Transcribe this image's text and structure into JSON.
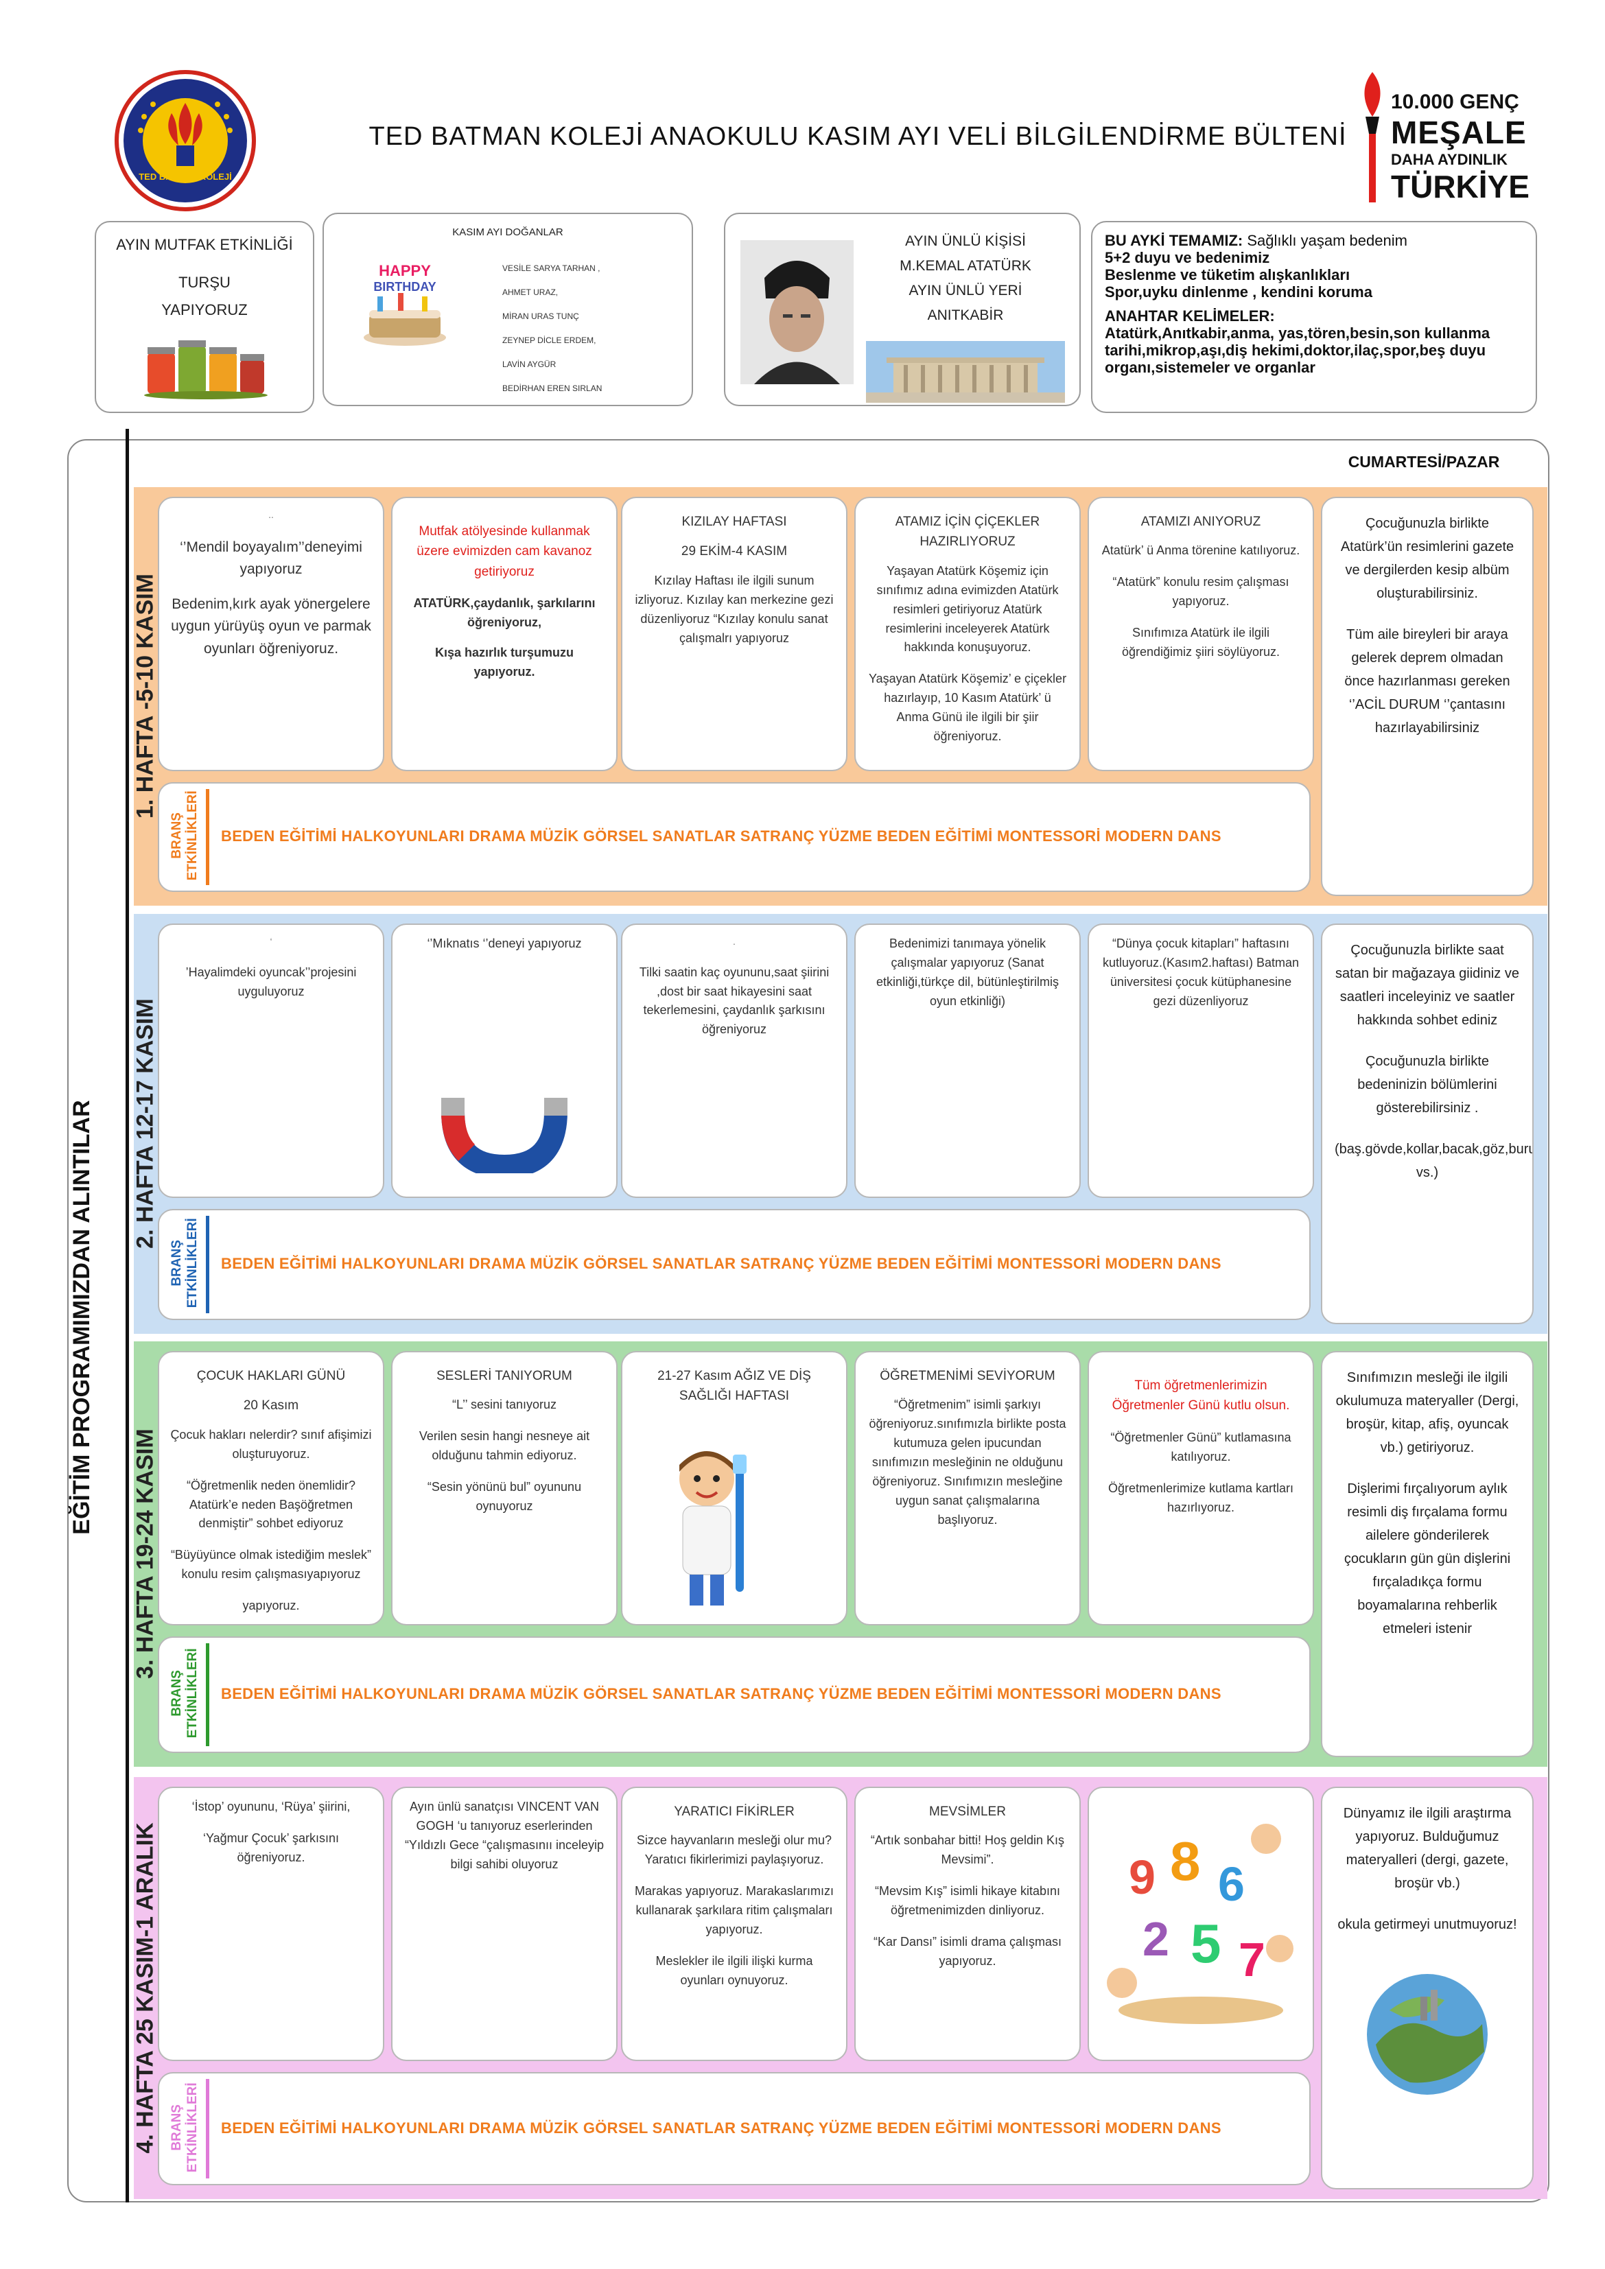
{
  "header": {
    "title": "TED BATMAN KOLEJİ ANAOKULU KASIM AYI  VELİ BİLGİLENDİRME BÜLTENİ",
    "ted_logo_text": "TED BATMAN KOLEJİ",
    "mesale_logo": {
      "line1": "10.000 GENÇ",
      "line2": "MEŞALE",
      "line3": "DAHA AYDINLIK",
      "line4": "TÜRKİYE"
    }
  },
  "mutfak": {
    "title": "AYIN MUTFAK ETKİNLİĞİ",
    "line1": "TURŞU",
    "line2": "YAPIYORUZ"
  },
  "birthdays": {
    "title": "KASIM AYI DOĞANLAR",
    "names": [
      "VESİLE SARYA TARHAN ,",
      "AHMET URAZ,",
      "MİRAN URAS TUNÇ",
      "ZEYNEP DİCLE ERDEM,",
      "LAVİN AYGÜR",
      "BEDİRHAN EREN SIRLAN"
    ]
  },
  "famous": {
    "line1": "AYIN ÜNLÜ KİŞİSİ",
    "line2": "M.KEMAL ATATÜRK",
    "line3": "AYIN ÜNLÜ YERİ",
    "line4": "ANITKABİR"
  },
  "theme": {
    "label": "BU AYKİ TEMAMIZ:",
    "value": " Sağlıklı yaşam bedenim",
    "lines": [
      "5+2 duyu ve bedenimiz",
      "Beslenme ve tüketim alışkanlıkları",
      "Spor,uyku dinlenme , kendini koruma"
    ],
    "keywords_label": "ANAHTAR KELİMELER:",
    "keywords": "Atatürk,Anıtkabir,anma, yas,tören,besin,son kullanma tarihi,mikrop,aşı,diş hekimi,doktor,ilaç,spor,beş duyu organı,sistemeler ve organlar"
  },
  "program": {
    "vertical_title": "EĞİTİM PROGRAMIMIZDAN ALINTILAR",
    "weekend_header": "CUMARTESİ/PAZAR",
    "brans_label_line1": "BRANŞ",
    "brans_label_line2": "ETKİNLİKLERİ",
    "brans_list": "BEDEN EĞİTİMİ  HALKOYUNLARI DRAMA MÜZİK  GÖRSEL SANATLAR  SATRANÇ  YÜZME  BEDEN EĞİTİMİ  MONTESSORİ  MODERN  DANS"
  },
  "colors": {
    "week1": "#f9c99a",
    "week2": "#c9def3",
    "week3": "#a9dca9",
    "week4": "#f3c4ef",
    "week1_accent": "#f07c1d",
    "week2_accent": "#1f63b3",
    "week3_accent": "#2e9a2e",
    "week4_accent": "#e07ad8",
    "brans_text": "#f07c1d",
    "red_text": "#e0201c"
  },
  "weeks": [
    {
      "label": "1. HAFTA  -5-10 KASIM",
      "cells": [
        {
          "small": "..",
          "lines": [
            "‘’Mendil boyayalım’’deneyimi yapıyoruz",
            "Bedenim,kırk ayak yönergelere uygun yürüyüş oyun ve parmak oyunları öğreniyoruz."
          ]
        },
        {
          "red": "Mutfak atölyesinde kullanmak üzere evimizden cam kavanoz getiriyoruz",
          "bold1": "ATATÜRK,çaydanlık, şarkılarını öğreniyoruz,",
          "bold2": "Kışa hazırlık turşumuzu yapıyoruz."
        },
        {
          "h": "KIZILAY  HAFTASI",
          "h2": "29 EKİM-4 KASIM",
          "lines": [
            "Kızılay Haftası ile ilgili sunum izliyoruz. Kızılay kan merkezine gezi düzenliyoruz “Kızılay  konulu sanat çalışmalrı yapıyoruz"
          ]
        },
        {
          "h": "ATAMIZ İÇİN ÇİÇEKLER HAZIRLIYORUZ",
          "lines": [
            "Yaşayan Atatürk Köşemiz için  sınıfımız adına  evimizden Atatürk resimleri getiriyoruz Atatürk resimlerini inceleyerek Atatürk hakkında konuşuyoruz.",
            "Yaşayan Atatürk Köşemiz’ e çiçekler hazırlayıp, 10 Kasım Atatürk’ ü Anma Günü ile ilgili  bir şiir öğreniyoruz."
          ]
        },
        {
          "h": "ATAMIZI ANIYORUZ",
          "lines": [
            "Atatürk’ ü Anma törenine katılıyoruz.",
            "“Atatürk” konulu resim çalışması yapıyoruz.",
            "Sınıfımıza Atatürk ile ilgili öğrendiğimiz şiiri söylüyoruz."
          ]
        }
      ],
      "side": [
        "Çocuğunuzla birlikte Atatürk’ün resimlerini gazete ve dergilerden kesip albüm oluşturabilirsiniz.",
        "Tüm aile  bireyleri bir araya gelerek deprem olmadan önce hazırlanması gereken ‘’ACİL DURUM ‘’çantasını hazırlayabilirsiniz"
      ]
    },
    {
      "label": "2. HAFTA  12-17 KASIM",
      "cells": [
        {
          "small": "‘",
          "lines": [
            "’Hayalimdeki  oyuncak’’projesini uyguluyoruz"
          ]
        },
        {
          "lines": [
            "‘’Mıknatıs ‘’deneyi yapıyoruz"
          ]
        },
        {
          "small": ".",
          "lines": [
            "Tilki saatin kaç oyununu,saat şiirini ,dost bir saat  hikayesini saat tekerlemesini, çaydanlık şarkısını öğreniyoruz"
          ]
        },
        {
          "lines": [
            "Bedenimizi  tanımaya yönelik çalışmalar yapıyoruz (Sanat etkinliği,türkçe dil, bütünleştirilmiş oyun etkinliği)"
          ]
        },
        {
          "lines": [
            "“Dünya çocuk kitapları” haftasını kutluyoruz.(Kasım2.haftası) Batman üniversitesi çocuk kütüphanesine gezi düzenliyoruz"
          ]
        }
      ],
      "side": [
        "Çocuğunuzla birlikte saat satan bir mağazaya giidiniz ve saatleri inceleyiniz ve saatler hakkında sohbet ediniz",
        "Çocuğunuzla birlikte bedeninizin bölümlerini gösterebilirsiniz .",
        "(baş.gövde,kollar,bacak,göz,burun vs.)"
      ]
    },
    {
      "label": "3. HAFTA  19-24 KASIM",
      "cells": [
        {
          "h": "ÇOCUK HAKLARI GÜNÜ",
          "h2": "20 Kasım",
          "lines": [
            "Çocuk hakları nelerdir? sınıf afişimizi oluşturuyoruz.",
            "“Öğretmenlik neden önemlidir? Atatürk’e neden Başöğretmen denmiştir” sohbet ediyoruz",
            "“Büyüyünce olmak istediğim meslek” konulu resim çalışmasıyapıyoruz",
            "yapıyoruz."
          ]
        },
        {
          "h": "SESLERİ TANIYORUM",
          "lines": [
            "“L’’ sesini tanıyoruz",
            "Verilen sesin hangi nesneye ait olduğunu tahmin ediyoruz.",
            "“Sesin yönünü bul” oyununu oynuyoruz"
          ]
        },
        {
          "h": "21-27 Kasım AĞIZ VE DİŞ SAĞLIĞI HAFTASI",
          "lines": []
        },
        {
          "h": "ÖĞRETMENİMİ SEVİYORUM",
          "lines": [
            "“Öğretmenim” isimli şarkıyı öğreniyoruz.sınıfımızla birlikte posta kutumuza gelen ipucundan sınıfımızın mesleğinin ne olduğunu öğreniyoruz. Sınıfımızın mesleğine uygun sanat çalışmalarına başlıyoruz."
          ]
        },
        {
          "red": "Tüm öğretmenlerimizin Öğretmenler Günü kutlu olsun.",
          "lines": [
            "“Öğretmenler Günü” kutlamasına katılıyoruz.",
            "Öğretmenlerimize kutlama kartları hazırlıyoruz."
          ]
        }
      ],
      "side": [
        "Sınıfımızın mesleği ile ilgili okulumuza materyaller (Dergi, broşür, kitap, afiş, oyuncak vb.)  getiriyoruz.",
        "Dişlerimi fırçalıyorum  aylık resimli diş fırçalama formu ailelere gönderilerek çocukların gün gün dişlerini fırçaladıkça formu boyamalarına rehberlik etmeleri istenir"
      ]
    },
    {
      "label": "4. HAFTA  25 KASIM-1 ARALIK",
      "cells": [
        {
          "lines": [
            "‘İstop’ oyununu, ‘Rüya’ şiirini,",
            "‘Yağmur Çocuk’ şarkısını öğreniyoruz."
          ]
        },
        {
          "lines": [
            "Ayın ünlü sanatçısı VINCENT VAN GOGH ‘u tanıyoruz eserlerinden “Yıldızlı Gece “çalışmasınıı inceleyip bilgi sahibi oluyoruz"
          ]
        },
        {
          "h": "YARATICI FİKİRLER",
          "lines": [
            "Sizce hayvanların mesleği olur mu? Yaratıcı fikirlerimizi paylaşıyoruz.",
            "Marakas yapıyoruz. Marakaslarımızı kullanarak şarkılara ritim çalışmaları yapıyoruz.",
            "Meslekler ile ilgili ilişki kurma oyunları oynuyoruz."
          ]
        },
        {
          "h": "MEVSİMLER",
          "lines": [
            "“Artık sonbahar bitti! Hoş geldin Kış Mevsimi”.",
            "“Mevsim Kış” isimli hikaye kitabını öğretmenimizden dinliyoruz.",
            "“Kar Dansı” isimli drama çalışması yapıyoruz."
          ]
        },
        {
          "lines": []
        }
      ],
      "side": [
        "Dünyamız ile ilgili araştırma yapıyoruz. Bulduğumuz materyalleri (dergi, gazete, broşür vb.)",
        "okula getirmeyi unutmuyoruz!"
      ]
    }
  ]
}
